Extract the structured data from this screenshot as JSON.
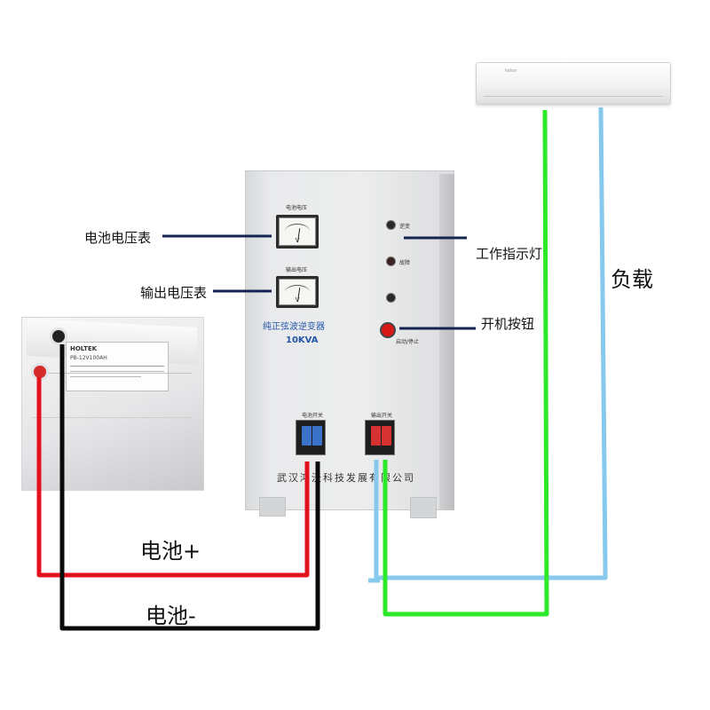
{
  "callouts": {
    "battery_voltmeter": "电池电压表",
    "output_voltmeter": "输出电压表",
    "work_indicator": "工作指示灯",
    "power_button": "开机按钮",
    "load": "负载"
  },
  "wires": {
    "battery_positive_label": "电池+",
    "battery_negative_label": "电池-",
    "colors": {
      "positive": "#e3111b",
      "negative": "#0a0a0a",
      "output_blue": "#86c9ec",
      "output_green": "#2ee82a",
      "callout_line": "#13244f"
    }
  },
  "inverter": {
    "meter1_title": "电池电压",
    "meter1_unit": "V",
    "meter2_title": "输出电压",
    "meter2_unit": "V",
    "indicator1": "逆变",
    "indicator2": "故障",
    "start_stop": "启动/停止",
    "model": "纯正弦波逆变器",
    "rating": "10KVA",
    "battery_switch": "电池开关",
    "output_switch": "输出开关",
    "company": "武汉鸿沃科技发展有限公司"
  },
  "battery": {
    "brand": "HOLTEK",
    "model": "PB-12V100AH",
    "terminal_colors": {
      "positive": "#d42a2a",
      "negative": "#222222"
    }
  },
  "air_conditioner": {
    "logo": "kelon"
  }
}
